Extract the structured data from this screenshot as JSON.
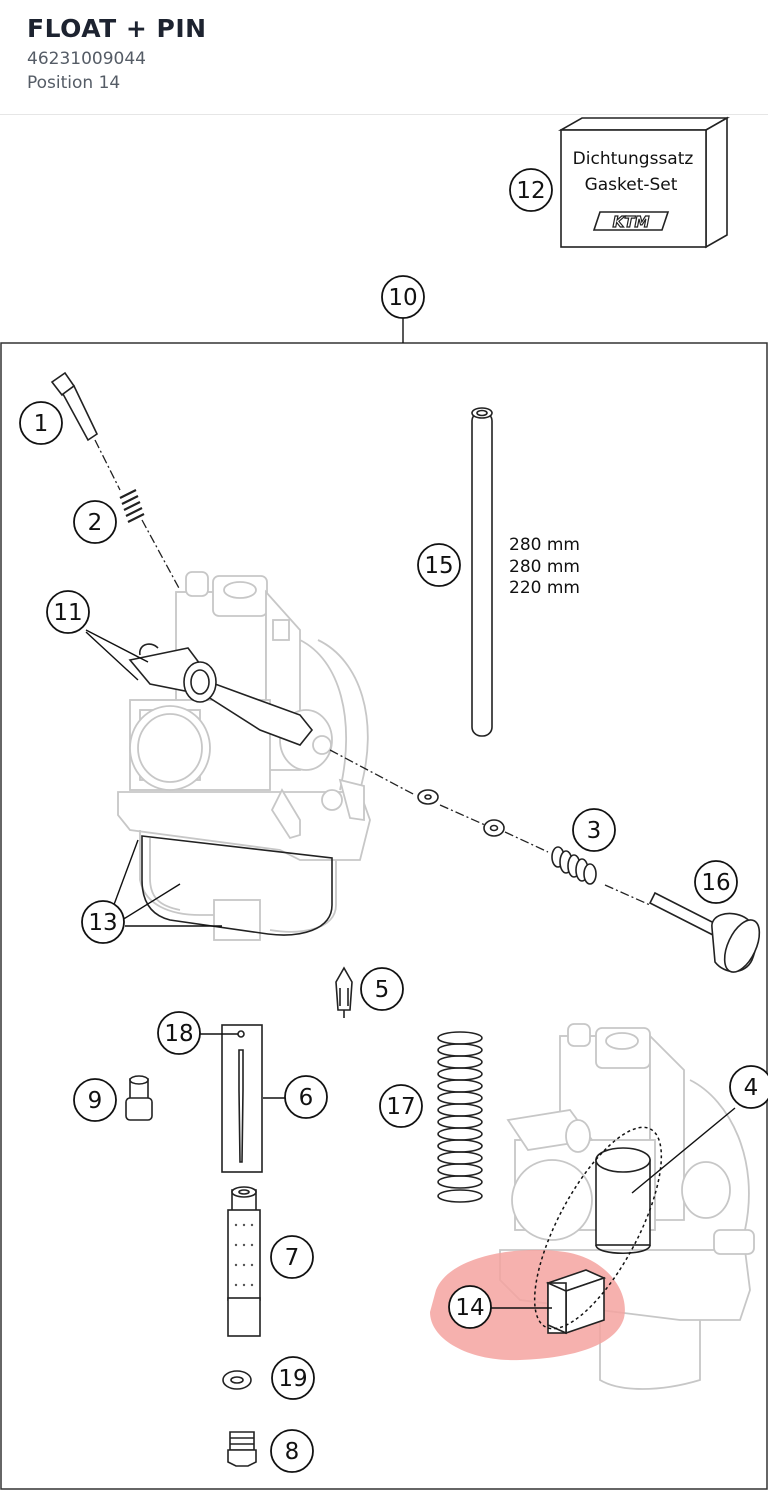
{
  "header": {
    "title": "FLOAT + PIN",
    "part_number": "46231009044",
    "position": "Position 14"
  },
  "gasket_box": {
    "line1": "Dichtungssatz",
    "line2": "Gasket-Set",
    "brand": "KTM"
  },
  "tube_lengths": [
    "280 mm",
    "280 mm",
    "220 mm"
  ],
  "callouts": [
    "1",
    "2",
    "3",
    "4",
    "5",
    "6",
    "7",
    "8",
    "9",
    "10",
    "11",
    "12",
    "13",
    "14",
    "15",
    "16",
    "17",
    "18",
    "19"
  ],
  "highlight": {
    "position": "14",
    "color": "#f4a3a0"
  }
}
